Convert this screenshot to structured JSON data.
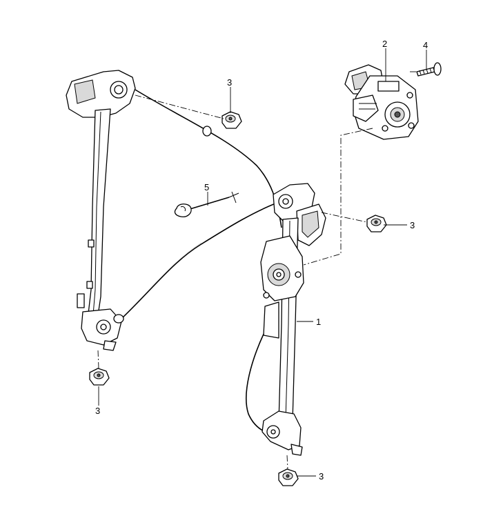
{
  "callouts": {
    "c1": "1",
    "c2": "2",
    "c3_top": "3",
    "c3_right": "3",
    "c3_left": "3",
    "c3_bottom": "3",
    "c4": "4",
    "c5": "5"
  }
}
